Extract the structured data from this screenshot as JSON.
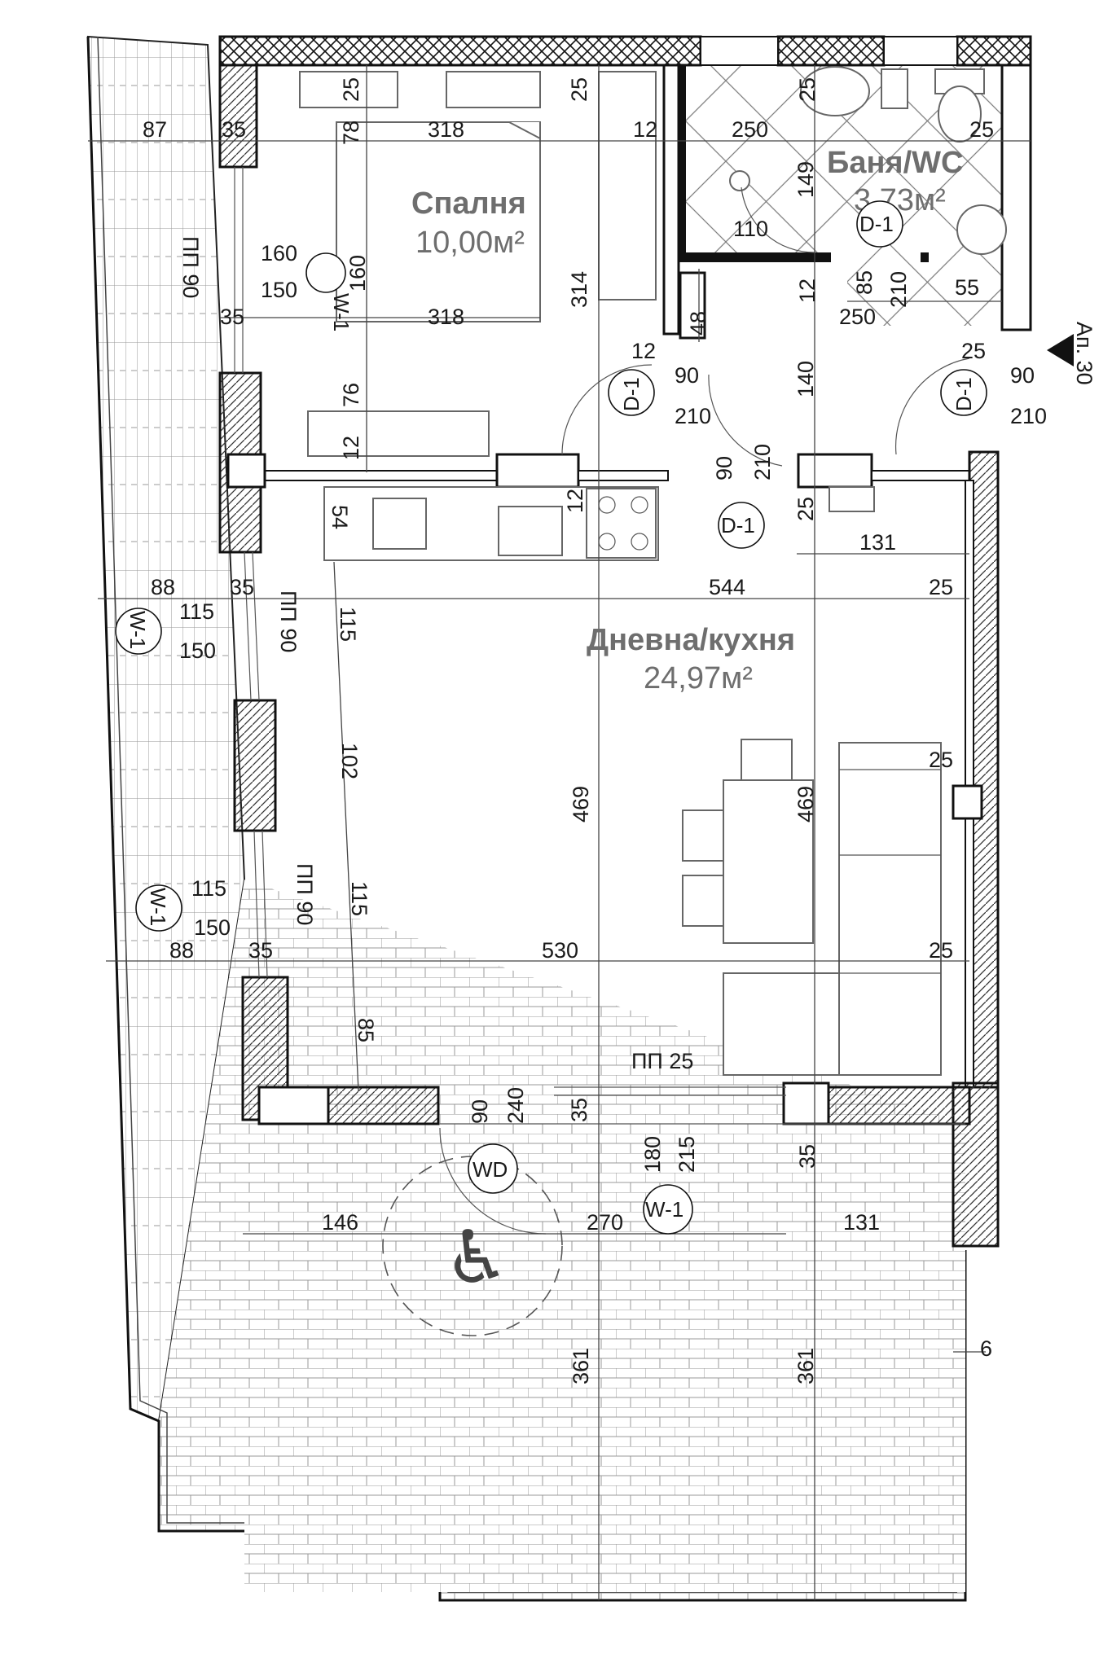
{
  "plan": {
    "rooms": {
      "bedroom": {
        "name": "Спалня",
        "area": "10,00м²"
      },
      "bathroom": {
        "name": "Баня/WC",
        "area": "3,73м²"
      },
      "living": {
        "name": "Дневна/кухня",
        "area": "24,97м²"
      }
    },
    "entrance_label": "Ап. 30",
    "tags": {
      "d1_bath": "D-1",
      "d1_bed": "D-1",
      "d1_entry": "D-1",
      "d1_hall": "D-1",
      "w1_bed": "W-1",
      "w1_liv_a": "W-1",
      "w1_liv_b": "W-1",
      "w1_terrace": "W-1",
      "wd_terrace": "WD"
    },
    "sills": {
      "pp90_a": "ПП 90",
      "pp90_b": "ПП 90",
      "pp90_c": "ПП 90",
      "pp25": "ПП 25"
    },
    "dims": {
      "d87": "87",
      "d35a": "35",
      "d78": "78",
      "d25a": "25",
      "d318a": "318",
      "d25b": "25",
      "d12a": "12",
      "d250a": "250",
      "d25c": "25",
      "d149": "149",
      "d110": "110",
      "d160a": "160",
      "d150a": "150",
      "d160b": "160",
      "d314": "314",
      "d85a": "85",
      "d210a": "210",
      "d55": "55",
      "d12b": "12",
      "d48": "48",
      "d35b": "35",
      "d318b": "318",
      "d250b": "250",
      "d12c": "12",
      "d90a": "90",
      "d210b": "210",
      "d140": "140",
      "d25d": "25",
      "d90b": "90",
      "d210c": "210",
      "d76": "76",
      "d12d": "12",
      "d90c": "90",
      "d210d": "210",
      "d54": "54",
      "d12e": "12",
      "d25e": "25",
      "d131a": "131",
      "d88a": "88",
      "d35c": "35",
      "d544": "544",
      "d25f": "25",
      "d115a": "115",
      "d150b": "150",
      "d115b": "115",
      "d102": "102",
      "d469a": "469",
      "d469b": "469",
      "d25g": "25",
      "d115c": "115",
      "d150c": "150",
      "d115d": "115",
      "d88b": "88",
      "d35d": "35",
      "d530": "530",
      "d25h": "25",
      "d85b": "85",
      "d90d": "90",
      "d240": "240",
      "d35e": "35",
      "d180": "180",
      "d215": "215",
      "d35f": "35",
      "d146": "146",
      "d270": "270",
      "d131b": "131",
      "d361a": "361",
      "d361b": "361",
      "d6": "6"
    }
  }
}
